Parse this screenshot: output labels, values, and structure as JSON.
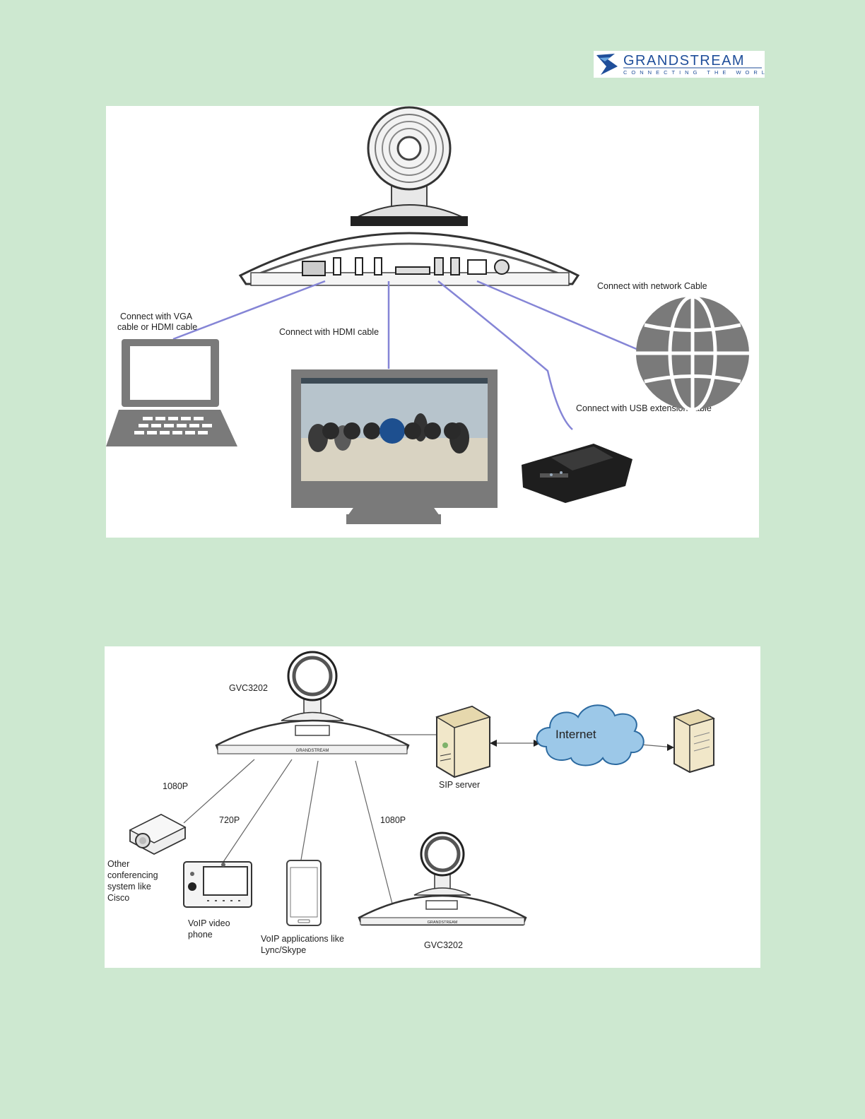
{
  "logo": {
    "brand": "GRANDSTREAM",
    "tagline": "CONNECTING THE WORLD",
    "brand_color": "#1f4e9a"
  },
  "diagram1": {
    "labels": {
      "network": "Connect with  network Cable",
      "vga_line1": "Connect with  VGA",
      "vga_line2": "cable or HDMI  cable",
      "hdmi": "Connect with HDMI cable",
      "usb": "Connect with USB extension cable"
    },
    "cable_color": "#8585d6"
  },
  "diagram2": {
    "labels": {
      "gvc_top": "GVC3202",
      "gvc_bottom": "GVC3202",
      "sip": "SIP server",
      "internet": "Internet",
      "res_projector": "1080P",
      "res_phone": "720P",
      "res_gvc": "1080P",
      "other_line1": "Other",
      "other_line2": "conferencing",
      "other_line3": "system like",
      "other_line4": "Cisco",
      "voip_phone_line1": "VoIP video",
      "voip_phone_line2": "phone",
      "voip_apps_line1": "VoIP applications like",
      "voip_apps_line2": "Lync/Skype"
    }
  }
}
